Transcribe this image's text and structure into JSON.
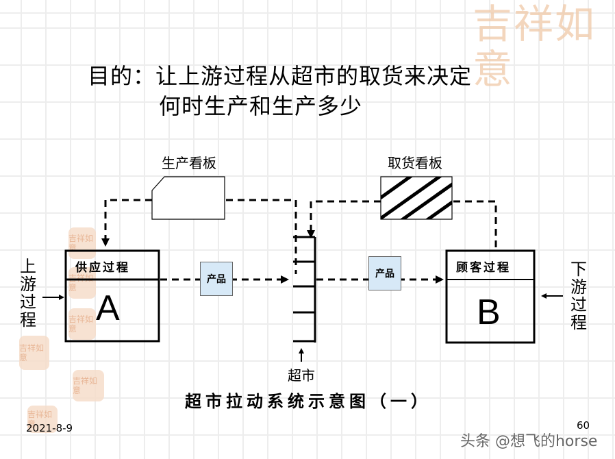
{
  "title_line1": "目的：让上游过程从超市的取货来决定",
  "title_line2": "何时生产和生产多少",
  "production_kanban_label": "生产看板",
  "withdrawal_kanban_label": "取货看板",
  "upstream_label": "上游过程",
  "downstream_label": "下游过程",
  "supplier_process": "供应过程",
  "customer_process": "顾客过程",
  "process_a": "A",
  "process_b": "B",
  "product_left": "产品",
  "product_right": "产品",
  "supermarket_label": "超市",
  "caption": "超市拉动系统示意图（一）",
  "date": "2021-8-9",
  "page_number": "60",
  "watermark": "头条 @想飞的horse",
  "logo_text": "吉祥如意",
  "colors": {
    "product_fill": "#d7e9f7",
    "seal": "#f0c9a8"
  }
}
